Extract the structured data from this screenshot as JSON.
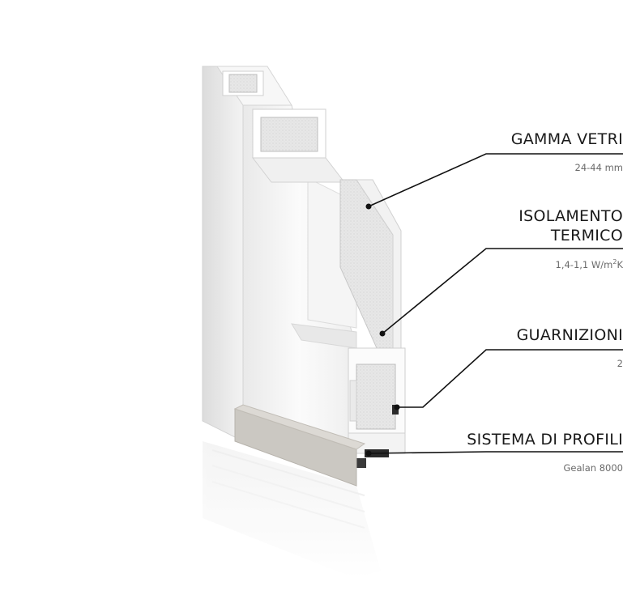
{
  "specs": [
    {
      "id": "gamma-vetri",
      "title": "GAMMA VETRI",
      "value": "24-44 mm"
    },
    {
      "id": "isolamento-termico",
      "title": "ISOLAMENTO\nTERMICO",
      "value_prefix": "1,4-1,1 W/m",
      "value_sup": "2",
      "value_suffix": "K"
    },
    {
      "id": "guarnizioni",
      "title": "GUARNIZIONI",
      "value": "2"
    },
    {
      "id": "sistema-di-profili",
      "title": "SISTEMA DI PROFILI",
      "value": "Gealan 8000"
    }
  ],
  "colors": {
    "line": "#111111",
    "profile": "#f4f4f4",
    "profile_shadow": "#d9d9d9",
    "insulation": "#e6e6e6",
    "seal": "#2a2a2a",
    "sill": "#c9c6c0"
  }
}
